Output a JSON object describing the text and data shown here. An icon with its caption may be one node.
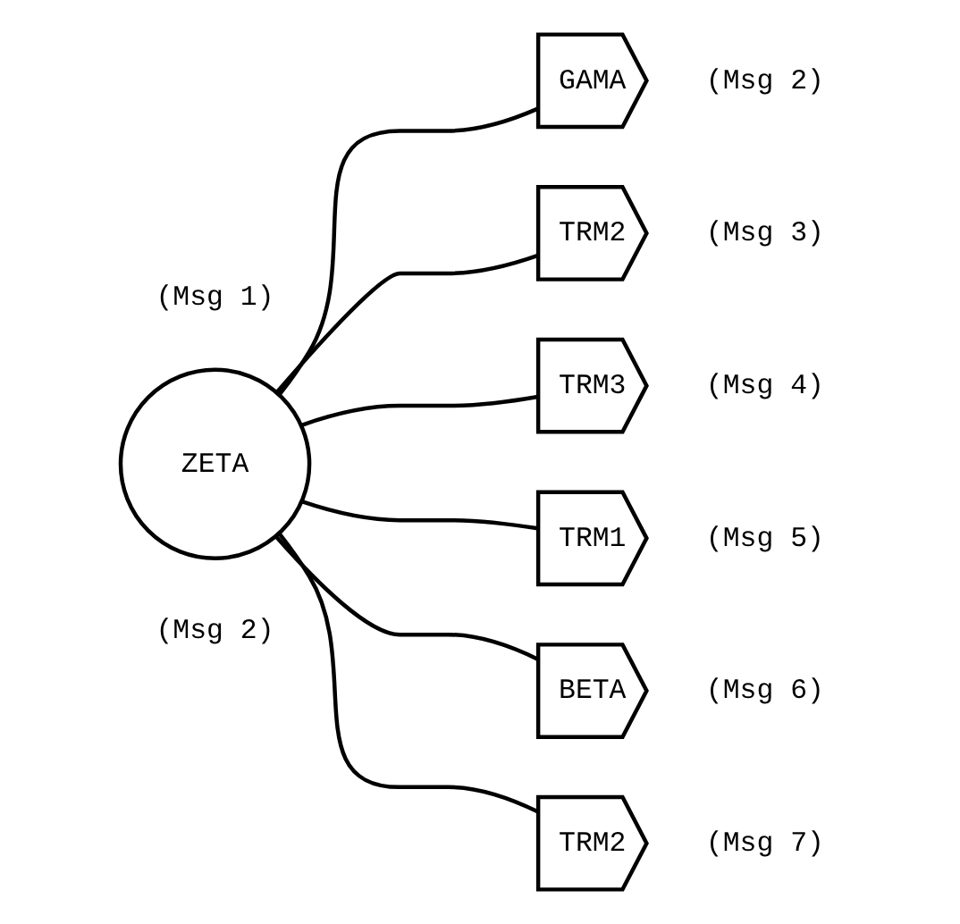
{
  "diagram": {
    "nodes": [
      {
        "text": [
          "ZETA"
        ]
      },
      {
        "text": [
          "GAMA"
        ],
        "beside": [
          "(Msg 2)"
        ]
      },
      {
        "text": [
          "TRM2"
        ],
        "beside": [
          "(Msg 3)"
        ]
      },
      {
        "text": [
          "TRM3"
        ],
        "beside": [
          "(Msg 4)"
        ]
      },
      {
        "text": [
          "TRM1"
        ],
        "beside": [
          "(Msg 5)"
        ]
      },
      {
        "text": [
          "BETA"
        ],
        "beside": [
          "(Msg 6)"
        ]
      },
      {
        "text": [
          "TRM2"
        ],
        "beside": [
          "(Msg 7)"
        ]
      }
    ],
    "edges": [
      {
        "from": 0,
        "to": 1,
        "arrow": "none"
      },
      {
        "from": 0,
        "to": 2,
        "arrow": "none"
      },
      {
        "from": 0,
        "to": 3,
        "arrow": "none"
      },
      {
        "from": 0,
        "to": 4,
        "arrow": "none"
      },
      {
        "from": 0,
        "to": 5,
        "arrow": "none"
      },
      {
        "from": 0,
        "to": 6,
        "arrow": "none"
      }
    ],
    "labels": [
      "(Msg 1)",
      "(Msg 2)"
    ]
  }
}
